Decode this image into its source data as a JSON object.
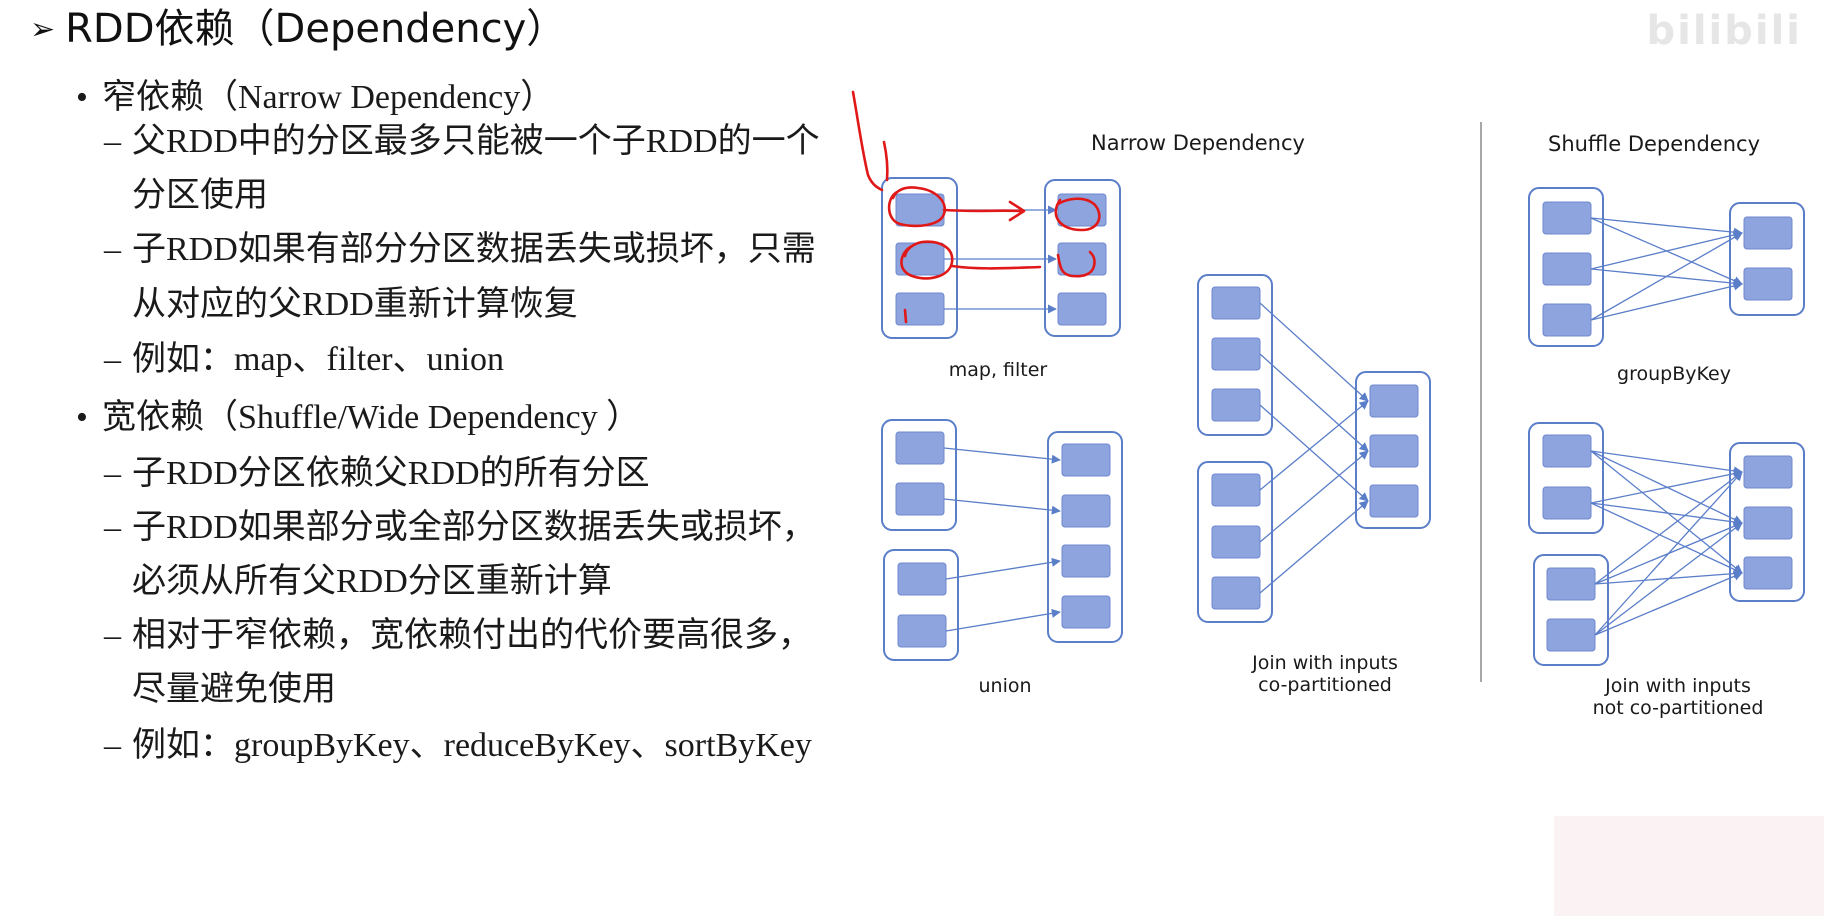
{
  "slide": {
    "title": "RDD依赖（Dependency）",
    "watermark": "bilibili",
    "narrow": {
      "heading": "窄依赖（Narrow Dependency）",
      "points": [
        [
          "父RDD中的分区最多只能被一个子RDD的一个",
          "分区使用"
        ],
        [
          "子RDD如果有部分分区数据丢失或损坏，只需",
          "从对应的父RDD重新计算恢复"
        ],
        [
          "例如：map、filter、union"
        ]
      ]
    },
    "wide": {
      "heading": "宽依赖（Shuffle/Wide Dependency ）",
      "points": [
        [
          "子RDD分区依赖父RDD的所有分区"
        ],
        [
          "子RDD如果部分或全部分区数据丢失或损坏，",
          "必须从所有父RDD分区重新计算"
        ],
        [
          "相对于窄依赖，宽依赖付出的代价要高很多，",
          "尽量避免使用"
        ],
        [
          "例如：groupByKey、reduceByKey、sortByKey"
        ]
      ]
    }
  },
  "diagram": {
    "narrow_title": "Narrow Dependency",
    "shuffle_title": "Shuffle Dependency",
    "labels": {
      "map_filter": "map, filter",
      "union": "union",
      "join_co_line1": "Join with inputs",
      "join_co_line2": "co-partitioned",
      "groupbykey": "groupByKey",
      "join_not_line1": "Join with inputs",
      "join_not_line2": "not co-partitioned"
    },
    "colors": {
      "partition": "#8da4de",
      "border": "#5b7ec9",
      "annotation": "#e01818"
    }
  }
}
